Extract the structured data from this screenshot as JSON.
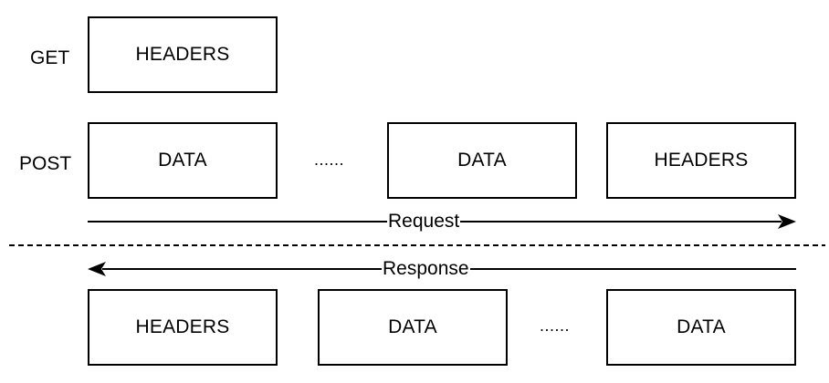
{
  "rows": {
    "get_label": "GET",
    "post_label": "POST"
  },
  "get_frames": [
    {
      "label": "HEADERS"
    }
  ],
  "post_frames": [
    {
      "label": "DATA"
    },
    {
      "label": "DATA"
    },
    {
      "label": "HEADERS"
    }
  ],
  "post_ellipsis": "......",
  "request_label": "Request",
  "response_label": "Response",
  "response_frames": [
    {
      "label": "HEADERS"
    },
    {
      "label": "DATA"
    },
    {
      "label": "DATA"
    }
  ],
  "response_ellipsis": "......"
}
